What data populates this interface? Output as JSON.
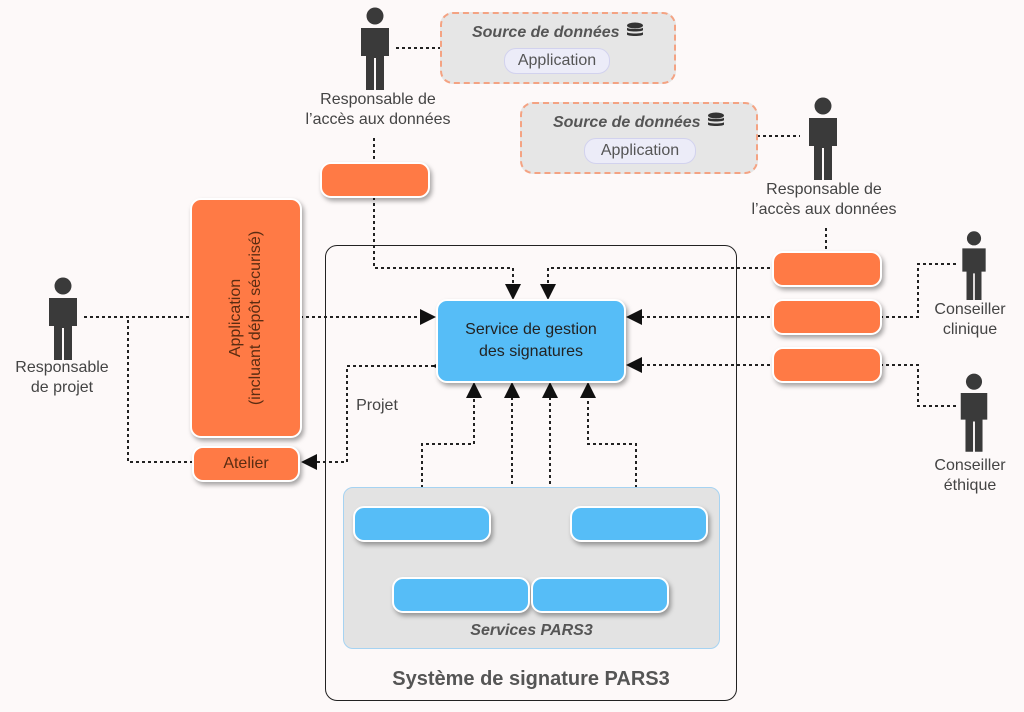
{
  "sources": [
    {
      "title": "Source de données",
      "app": "Application"
    },
    {
      "title": "Source de données",
      "app": "Application"
    }
  ],
  "actors": {
    "access_manager_top": "Responsable de\nl’accès aux données",
    "access_manager_right": "Responsable de\nl’accès aux données",
    "project_manager": "Responsable\nde projet",
    "clinical_advisor": "Conseiller\nclinique",
    "ethics_advisor": "Conseiller\néthique"
  },
  "app_box": {
    "line1": "Application",
    "line2": "(incluant dépôt sécurisé)"
  },
  "atelier": "Atelier",
  "central_service": "Service de gestion\ndes signatures",
  "projet_label": "Projet",
  "services_label": "Services PARS3",
  "system_label": "Système de signature PARS3",
  "colors": {
    "orange": "#ff7a45",
    "blue": "#56bdf7",
    "dashed_border": "#f4a383"
  }
}
